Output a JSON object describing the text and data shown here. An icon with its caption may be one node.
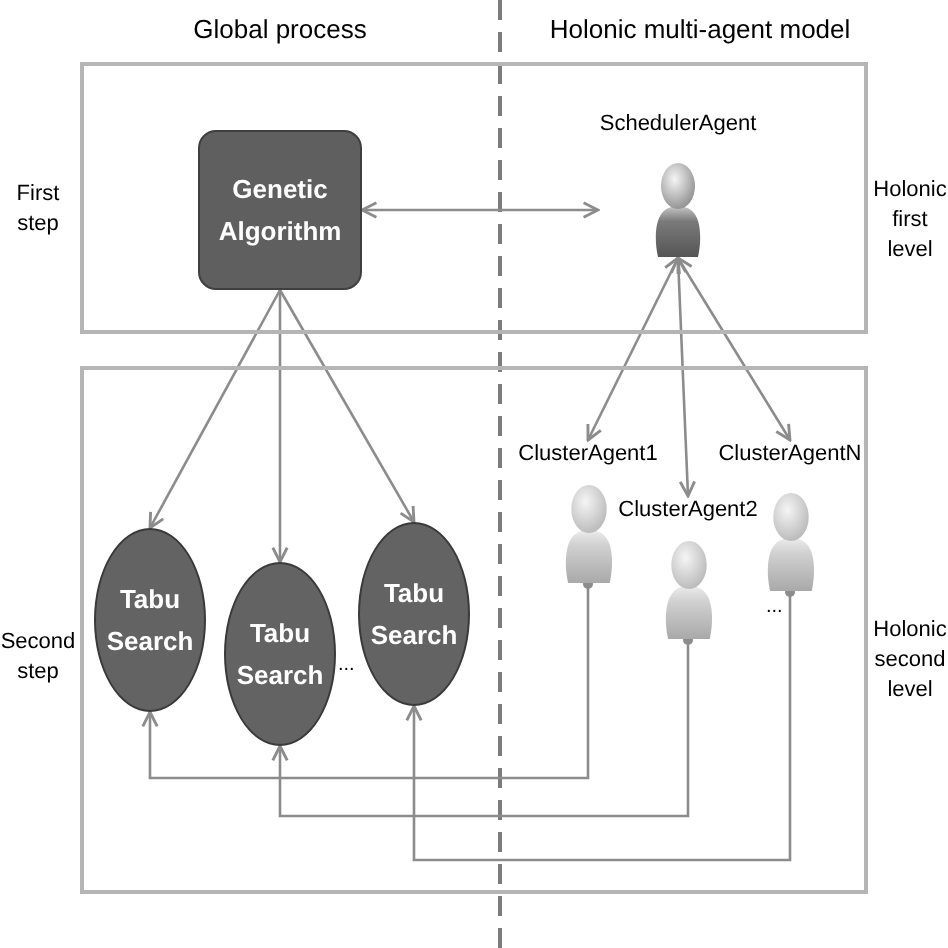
{
  "diagram": {
    "nodes": [
      {
        "text": [],
        "shape": "box",
        "beside": [
          "First step",
          "Holonic first level"
        ]
      },
      {
        "text": [
          "Genetic Algorithm"
        ],
        "in": 0
      },
      {
        "text": [
          "SchedulerAgent"
        ],
        "in": 0
      },
      {
        "text": [],
        "shape": "box",
        "beside": [
          "Second step",
          "Holonic second level"
        ]
      },
      {
        "text": [
          "Tabu Search"
        ],
        "in": 3
      },
      {
        "text": [
          "Tabu Search"
        ],
        "in": 3
      },
      {
        "text": [
          "Tabu Search"
        ],
        "in": 3
      },
      {
        "text": [
          "ClusterAgent1"
        ],
        "in": 3
      },
      {
        "text": [
          "ClusterAgent2"
        ],
        "in": 3
      },
      {
        "text": [
          "ClusterAgentN"
        ],
        "in": 3
      }
    ],
    "edges": [
      {
        "from": 1,
        "to": 2,
        "arrow": "both"
      },
      {
        "from": 1,
        "to": 4,
        "arrow": "to"
      },
      {
        "from": 1,
        "to": 5,
        "arrow": "to"
      },
      {
        "from": 1,
        "to": 6,
        "arrow": "to"
      },
      {
        "from": 2,
        "to": 7,
        "arrow": "both"
      },
      {
        "from": 2,
        "to": 8,
        "arrow": "both"
      },
      {
        "from": 2,
        "to": 9,
        "arrow": "both"
      },
      {
        "from": 7,
        "to": 4,
        "arrow": "to"
      },
      {
        "from": 8,
        "to": 5,
        "arrow": "to"
      },
      {
        "from": 9,
        "to": 6,
        "arrow": "to"
      }
    ],
    "labels": [
      "Global process",
      "Holonic multi-agent model",
      "...",
      "..."
    ]
  }
}
